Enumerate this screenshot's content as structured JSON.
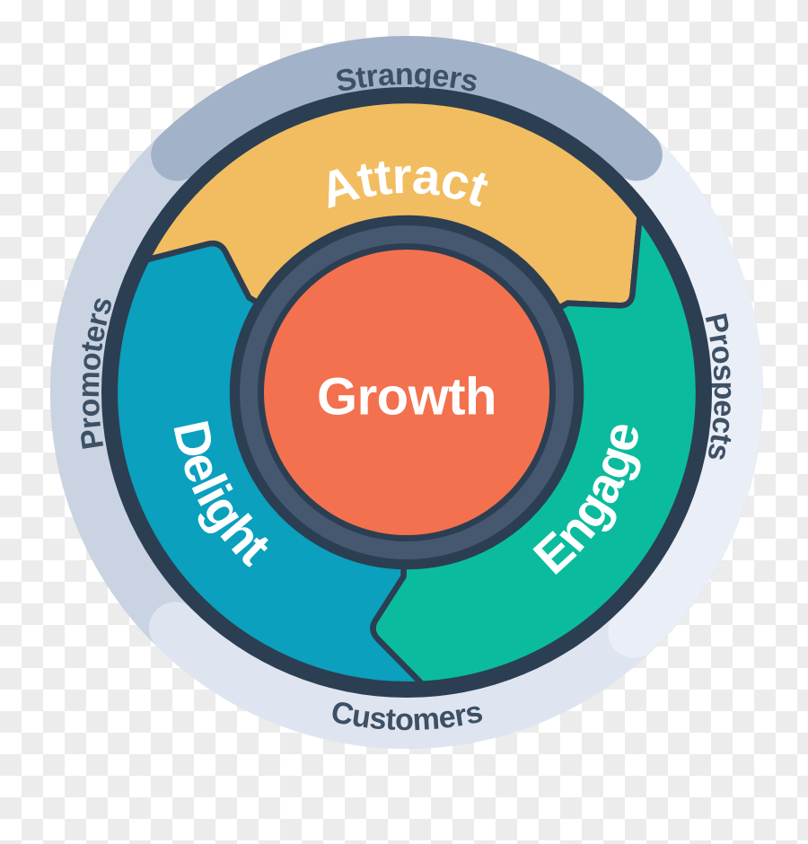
{
  "flywheel": {
    "audience": {
      "top": "Strangers",
      "right": "Prospects",
      "bottom": "Customers",
      "left": "Promoters"
    },
    "segments": {
      "attract": {
        "label": "Attract",
        "color": "#F1BD60"
      },
      "engage": {
        "label": "Engage",
        "color": "#0ABC9D"
      },
      "delight": {
        "label": "Delight",
        "color": "#0AA0BE"
      }
    },
    "center": {
      "label": "Growth",
      "color": "#F3714F"
    },
    "colors": {
      "outline": "#2C3E52",
      "hub_ring": "#455870",
      "ring_base": "#D2DAE8",
      "ring_top": "#A2B2C9",
      "ring_right": "#EAEEF6",
      "ring_bottom": "#DFE5F0",
      "ring_left": "#C9D3E2",
      "label_dark": "#3D5065",
      "label_light": "#FFFFFF"
    }
  }
}
